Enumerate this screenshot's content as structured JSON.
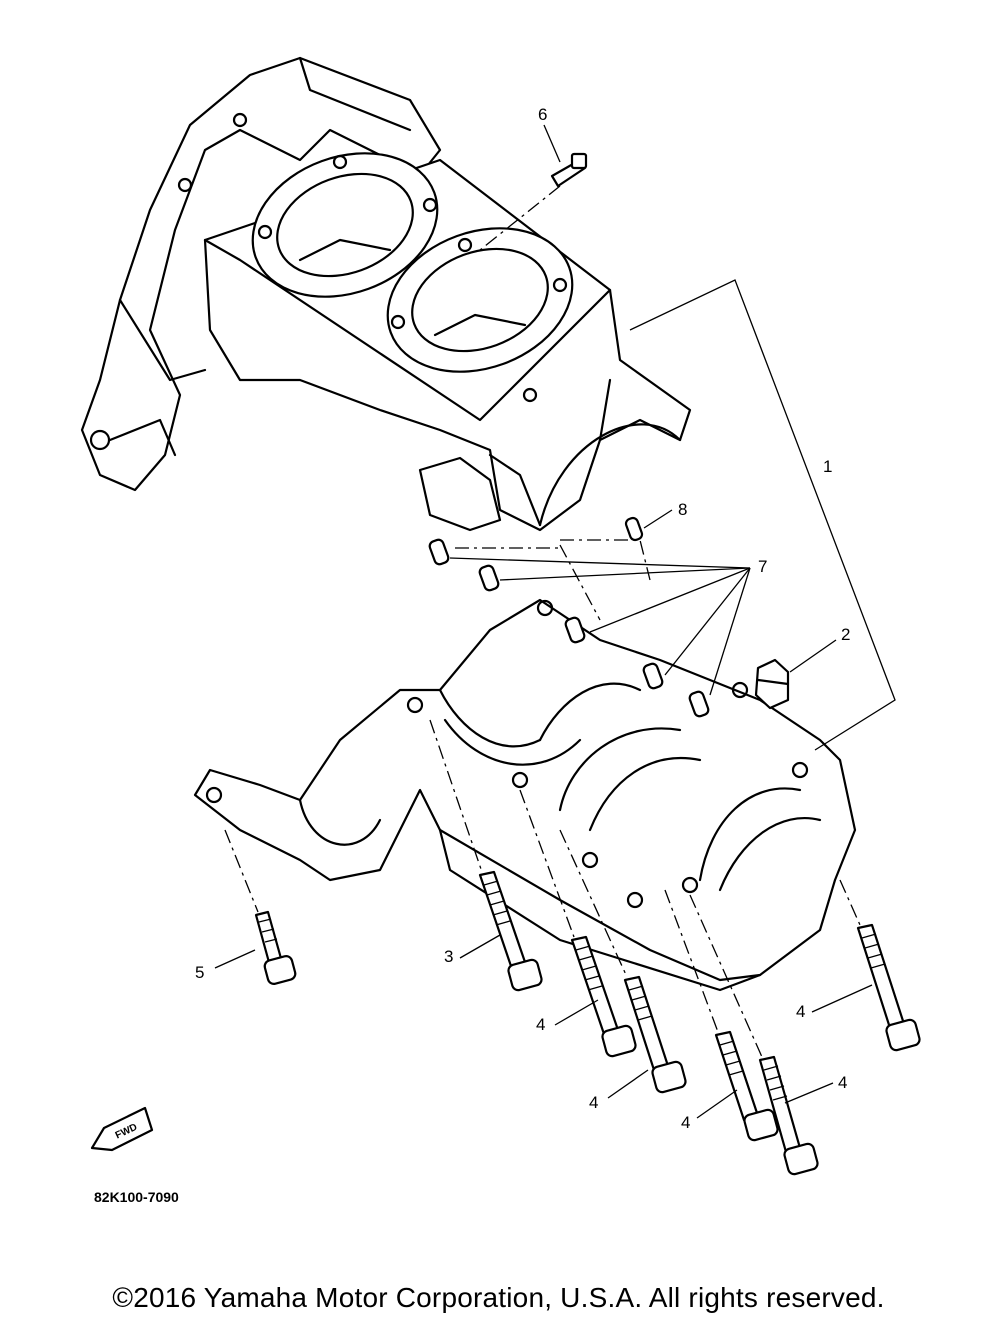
{
  "diagram": {
    "catalog_code": "82K100-7090",
    "fwd_label": "FWD",
    "callouts": {
      "c1": "1",
      "c2": "2",
      "c3": "3",
      "c4a": "4",
      "c4b": "4",
      "c4c": "4",
      "c4d": "4",
      "c4e": "4",
      "c5": "5",
      "c6": "6",
      "c7": "7",
      "c8": "8"
    }
  },
  "footer": {
    "copyright": "©2016 Yamaha Motor Corporation, U.S.A. All rights reserved."
  }
}
